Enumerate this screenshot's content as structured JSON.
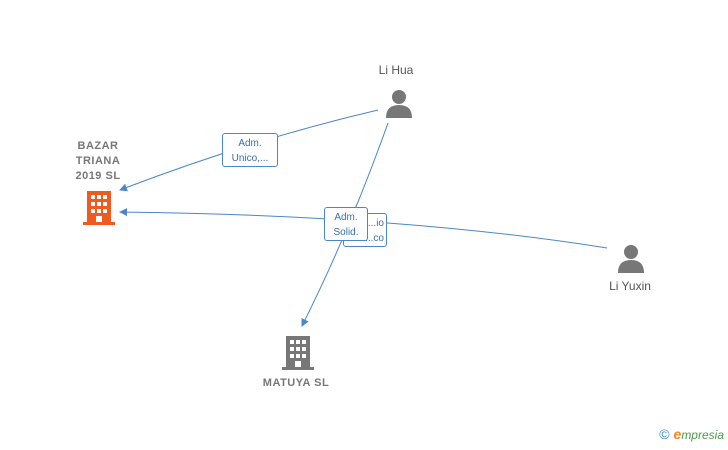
{
  "nodes": {
    "li_hua": {
      "name": "Li Hua",
      "type": "person"
    },
    "li_yuxin": {
      "name": "Li Yuxin",
      "type": "person"
    },
    "bazar": {
      "name_lines": [
        "BAZAR",
        "TRIANA",
        "2019  SL"
      ],
      "type": "company",
      "color": "#f05a1e"
    },
    "matuya": {
      "name": "MATUYA  SL",
      "type": "company",
      "color": "#777777"
    }
  },
  "relations": {
    "hua_to_bazar": [
      "Adm.",
      "Unico,..."
    ],
    "hua_to_matuya": [
      "Adm.",
      "Solid."
    ],
    "yuxin_to_bazar": [
      "...io",
      "...co"
    ]
  },
  "colors": {
    "edge": "#4a86c8",
    "person_icon": "#777777"
  },
  "watermark": {
    "copyright": "©",
    "brand_initial": "e",
    "brand_rest": "mpresia"
  }
}
